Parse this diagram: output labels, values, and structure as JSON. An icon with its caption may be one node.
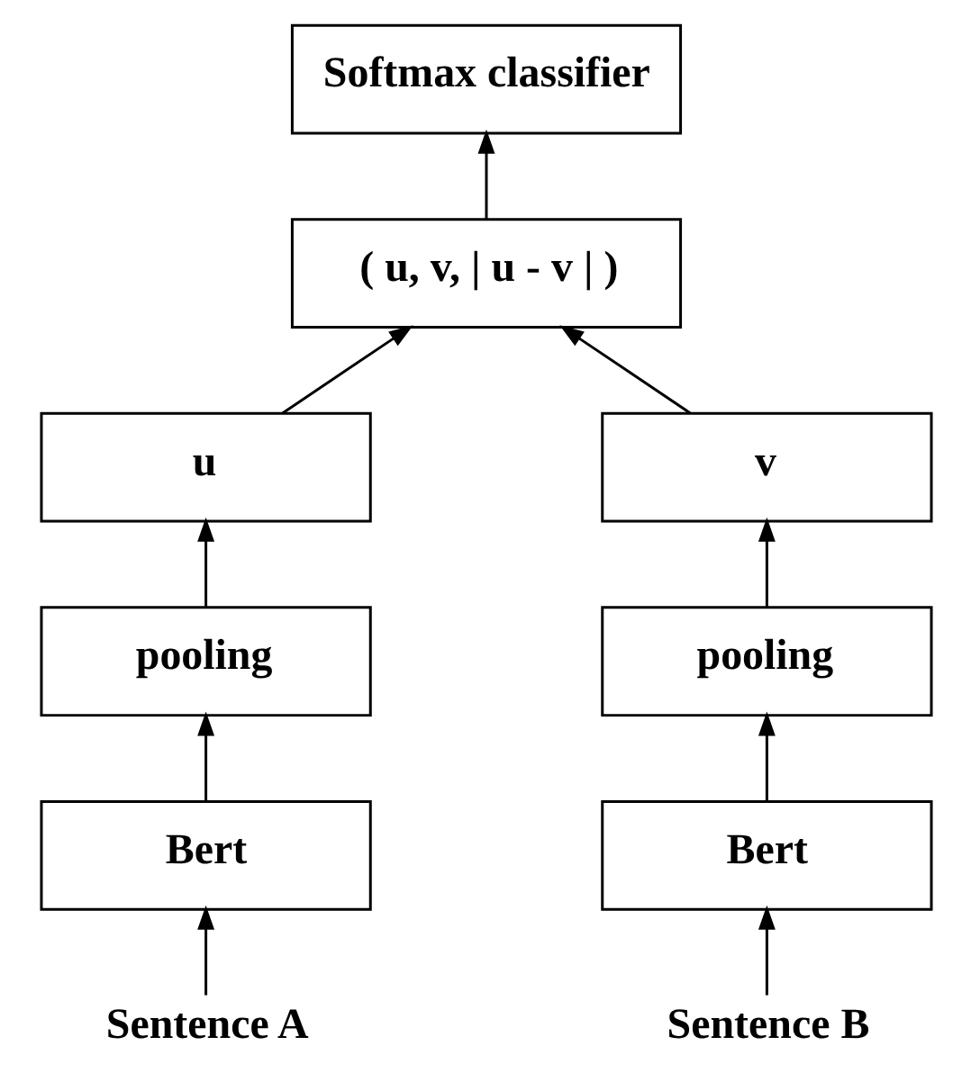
{
  "diagram": {
    "nodes": [
      {
        "text": [
          "Softmax classifier"
        ]
      },
      {
        "text": [
          "( u, v, | u - v | )"
        ]
      },
      {
        "text": [
          "u"
        ]
      },
      {
        "text": [
          "v"
        ]
      },
      {
        "text": [
          "pooling"
        ]
      },
      {
        "text": [
          "pooling"
        ]
      },
      {
        "text": [
          "Bert"
        ]
      },
      {
        "text": [
          "Bert"
        ]
      },
      {
        "text": [
          "Sentence A"
        ]
      },
      {
        "text": [
          "Sentence B"
        ]
      }
    ],
    "edges": [
      {
        "from": 8,
        "to": 6,
        "arrow": "to"
      },
      {
        "from": 6,
        "to": 4,
        "arrow": "to"
      },
      {
        "from": 4,
        "to": 2,
        "arrow": "to"
      },
      {
        "from": 2,
        "to": 1,
        "arrow": "to"
      },
      {
        "from": 9,
        "to": 7,
        "arrow": "to"
      },
      {
        "from": 7,
        "to": 5,
        "arrow": "to"
      },
      {
        "from": 5,
        "to": 3,
        "arrow": "to"
      },
      {
        "from": 3,
        "to": 1,
        "arrow": "to"
      },
      {
        "from": 1,
        "to": 0,
        "arrow": "to"
      }
    ]
  }
}
